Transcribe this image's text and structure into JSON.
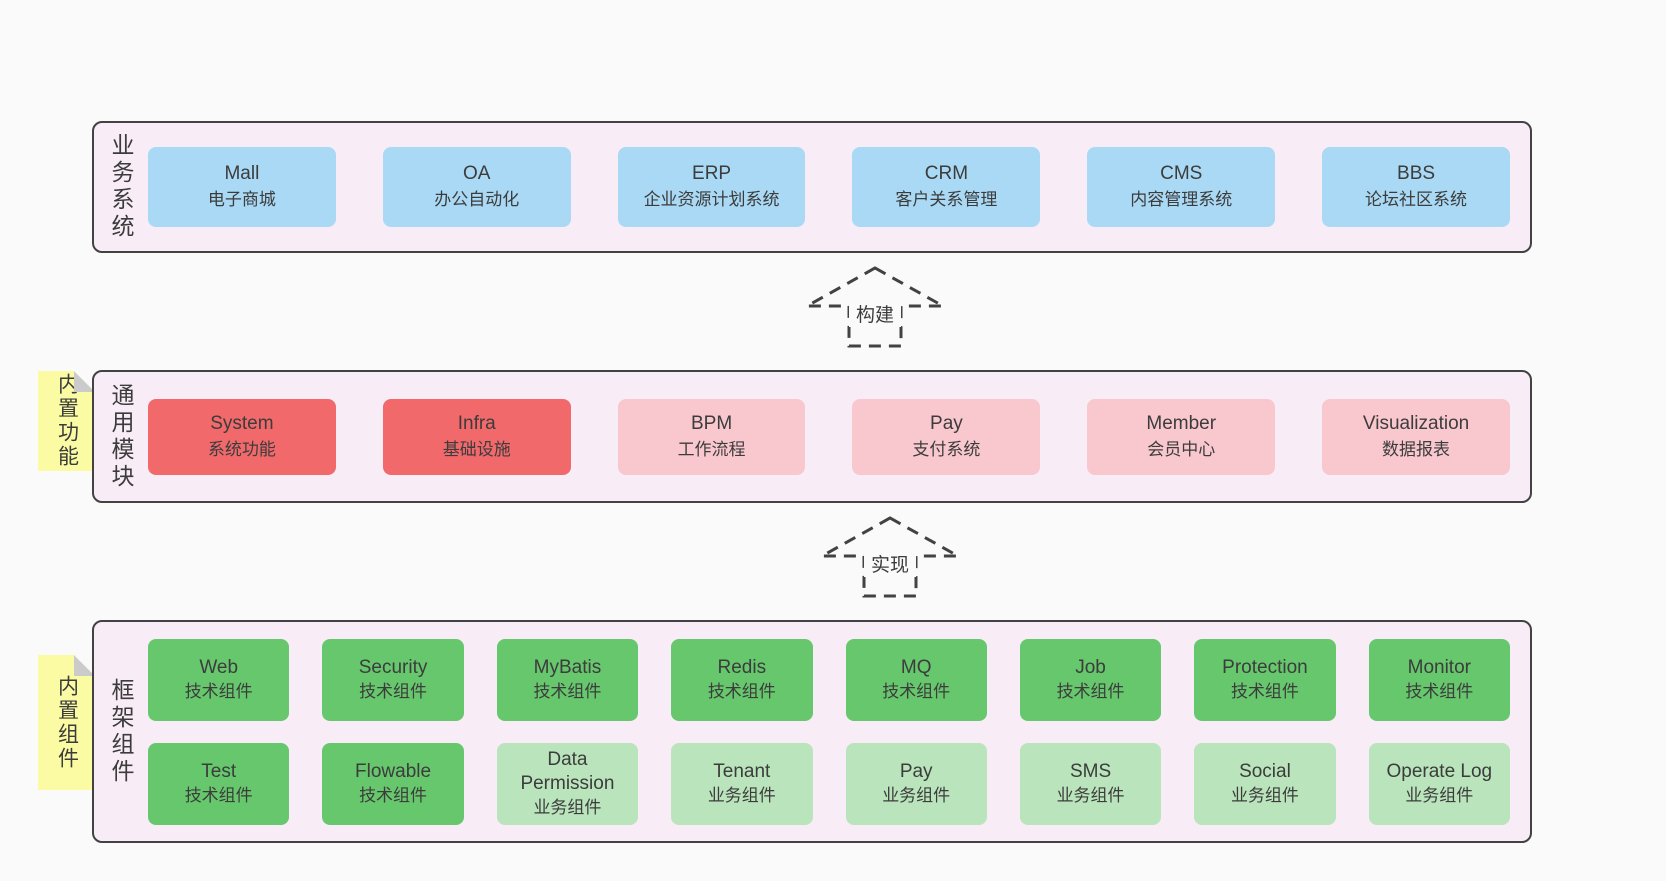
{
  "colors": {
    "bg": "#fafafa",
    "section_fill": "#f8edf6",
    "section_border": "#424242",
    "blue": "#a9d9f4",
    "red": "#f1696b",
    "pink": "#f9c7ce",
    "green": "#66c76d",
    "light_green": "#bae4bb",
    "sticky_yellow": "#fbfba3",
    "fold_gray": "#cbcbcb",
    "text": "#3c3c3c"
  },
  "sections": {
    "business": {
      "label": "业务系统",
      "boxes": [
        {
          "name": "Mall",
          "desc": "电子商城"
        },
        {
          "name": "OA",
          "desc": "办公自动化"
        },
        {
          "name": "ERP",
          "desc": "企业资源计划系统"
        },
        {
          "name": "CRM",
          "desc": "客户关系管理"
        },
        {
          "name": "CMS",
          "desc": "内容管理系统"
        },
        {
          "name": "BBS",
          "desc": "论坛社区系统"
        }
      ]
    },
    "modules": {
      "label": "通用模块",
      "sticky": "内置功能",
      "boxes": [
        {
          "name": "System",
          "desc": "系统功能"
        },
        {
          "name": "Infra",
          "desc": "基础设施"
        },
        {
          "name": "BPM",
          "desc": "工作流程"
        },
        {
          "name": "Pay",
          "desc": "支付系统"
        },
        {
          "name": "Member",
          "desc": "会员中心"
        },
        {
          "name": "Visualization",
          "desc": "数据报表"
        }
      ]
    },
    "components": {
      "label": "框架组件",
      "sticky": "内置组件",
      "row1": [
        {
          "name": "Web",
          "desc": "技术组件"
        },
        {
          "name": "Security",
          "desc": "技术组件"
        },
        {
          "name": "MyBatis",
          "desc": "技术组件"
        },
        {
          "name": "Redis",
          "desc": "技术组件"
        },
        {
          "name": "MQ",
          "desc": "技术组件"
        },
        {
          "name": "Job",
          "desc": "技术组件"
        },
        {
          "name": "Protection",
          "desc": "技术组件"
        },
        {
          "name": "Monitor",
          "desc": "技术组件"
        }
      ],
      "row2": [
        {
          "name": "Test",
          "desc": "技术组件"
        },
        {
          "name": "Flowable",
          "desc": "技术组件"
        },
        {
          "name": "Data Permission",
          "desc": "业务组件"
        },
        {
          "name": "Tenant",
          "desc": "业务组件"
        },
        {
          "name": "Pay",
          "desc": "业务组件"
        },
        {
          "name": "SMS",
          "desc": "业务组件"
        },
        {
          "name": "Social",
          "desc": "业务组件"
        },
        {
          "name": "Operate Log",
          "desc": "业务组件"
        }
      ]
    }
  },
  "arrows": {
    "build": "构建",
    "implement": "实现"
  }
}
